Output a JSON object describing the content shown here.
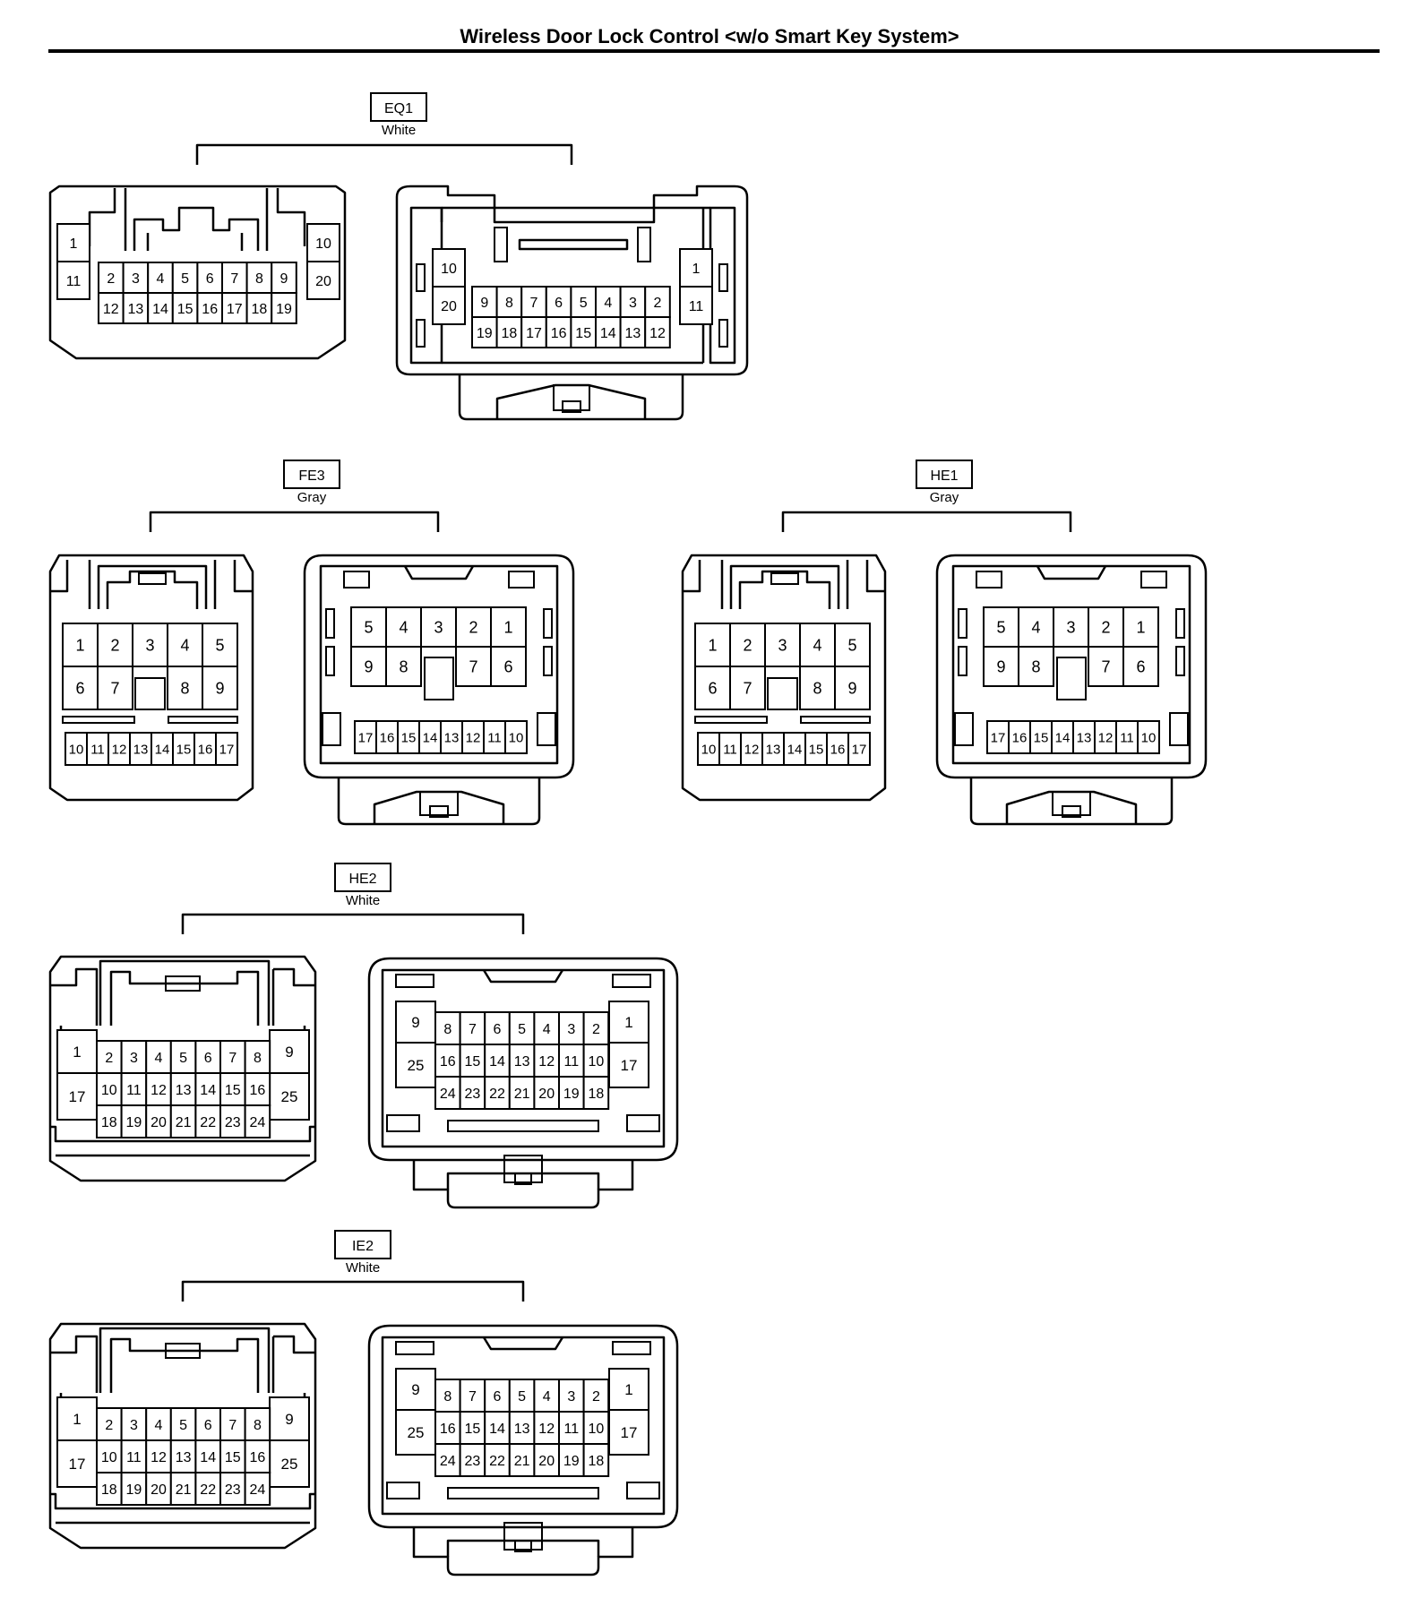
{
  "title": "Wireless Door Lock Control <w/o Smart Key System>",
  "connectors": [
    {
      "code": "EQ1",
      "color": "White",
      "male": {
        "left": [
          "1",
          "11"
        ],
        "right": [
          "10",
          "20"
        ],
        "rows": [
          [
            "2",
            "3",
            "4",
            "5",
            "6",
            "7",
            "8",
            "9"
          ],
          [
            "12",
            "13",
            "14",
            "15",
            "16",
            "17",
            "18",
            "19"
          ]
        ]
      },
      "female": {
        "left": [
          "10",
          "20"
        ],
        "right": [
          "1",
          "11"
        ],
        "rows": [
          [
            "9",
            "8",
            "7",
            "6",
            "5",
            "4",
            "3",
            "2"
          ],
          [
            "19",
            "18",
            "17",
            "16",
            "15",
            "14",
            "13",
            "12"
          ]
        ]
      }
    },
    {
      "code": "FE3",
      "color": "Gray",
      "male": {
        "rows": [
          [
            "1",
            "2",
            "3",
            "4",
            "5"
          ],
          [
            "6",
            "7",
            "",
            "8",
            "9"
          ]
        ],
        "bottom": [
          "10",
          "11",
          "12",
          "13",
          "14",
          "15",
          "16",
          "17"
        ]
      },
      "female": {
        "rows": [
          [
            "5",
            "4",
            "3",
            "2",
            "1"
          ],
          [
            "9",
            "8",
            "",
            "7",
            "6"
          ]
        ],
        "bottom": [
          "17",
          "16",
          "15",
          "14",
          "13",
          "12",
          "11",
          "10"
        ]
      }
    },
    {
      "code": "HE1",
      "color": "Gray",
      "male": {
        "rows": [
          [
            "1",
            "2",
            "3",
            "4",
            "5"
          ],
          [
            "6",
            "7",
            "",
            "8",
            "9"
          ]
        ],
        "bottom": [
          "10",
          "11",
          "12",
          "13",
          "14",
          "15",
          "16",
          "17"
        ]
      },
      "female": {
        "rows": [
          [
            "5",
            "4",
            "3",
            "2",
            "1"
          ],
          [
            "9",
            "8",
            "",
            "7",
            "6"
          ]
        ],
        "bottom": [
          "17",
          "16",
          "15",
          "14",
          "13",
          "12",
          "11",
          "10"
        ]
      }
    },
    {
      "code": "HE2",
      "color": "White",
      "male": {
        "left": [
          "1",
          "17"
        ],
        "right": [
          "9",
          "25"
        ],
        "rows": [
          [
            "2",
            "3",
            "4",
            "5",
            "6",
            "7",
            "8"
          ],
          [
            "10",
            "11",
            "12",
            "13",
            "14",
            "15",
            "16"
          ],
          [
            "18",
            "19",
            "20",
            "21",
            "22",
            "23",
            "24"
          ]
        ]
      },
      "female": {
        "left": [
          "9",
          "25"
        ],
        "right": [
          "1",
          "17"
        ],
        "rows": [
          [
            "8",
            "7",
            "6",
            "5",
            "4",
            "3",
            "2"
          ],
          [
            "16",
            "15",
            "14",
            "13",
            "12",
            "11",
            "10"
          ],
          [
            "24",
            "23",
            "22",
            "21",
            "20",
            "19",
            "18"
          ]
        ]
      }
    },
    {
      "code": "IE2",
      "color": "White",
      "male": {
        "left": [
          "1",
          "17"
        ],
        "right": [
          "9",
          "25"
        ],
        "rows": [
          [
            "2",
            "3",
            "4",
            "5",
            "6",
            "7",
            "8"
          ],
          [
            "10",
            "11",
            "12",
            "13",
            "14",
            "15",
            "16"
          ],
          [
            "18",
            "19",
            "20",
            "21",
            "22",
            "23",
            "24"
          ]
        ]
      },
      "female": {
        "left": [
          "9",
          "25"
        ],
        "right": [
          "1",
          "17"
        ],
        "rows": [
          [
            "8",
            "7",
            "6",
            "5",
            "4",
            "3",
            "2"
          ],
          [
            "16",
            "15",
            "14",
            "13",
            "12",
            "11",
            "10"
          ],
          [
            "24",
            "23",
            "22",
            "21",
            "20",
            "19",
            "18"
          ]
        ]
      }
    }
  ]
}
